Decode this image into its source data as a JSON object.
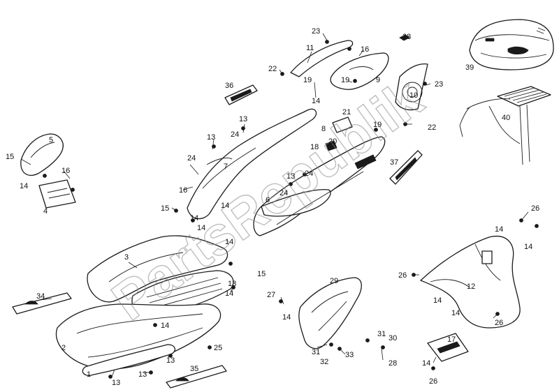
{
  "diagram": {
    "watermark": "PartsRepublik",
    "callouts": [
      {
        "id": "c23a",
        "text": "23"
      },
      {
        "id": "c38",
        "text": "38"
      },
      {
        "id": "c39",
        "text": "39"
      },
      {
        "id": "c11",
        "text": "11"
      },
      {
        "id": "c16a",
        "text": "16"
      },
      {
        "id": "c22a",
        "text": "22"
      },
      {
        "id": "c19a",
        "text": "19"
      },
      {
        "id": "c19b",
        "text": "19"
      },
      {
        "id": "c9",
        "text": "9"
      },
      {
        "id": "c36",
        "text": "36"
      },
      {
        "id": "c14a",
        "text": "14"
      },
      {
        "id": "c10",
        "text": "10"
      },
      {
        "id": "c23b",
        "text": "23"
      },
      {
        "id": "c21",
        "text": "21"
      },
      {
        "id": "c8",
        "text": "8"
      },
      {
        "id": "c13a",
        "text": "13"
      },
      {
        "id": "c24a",
        "text": "24"
      },
      {
        "id": "c19c",
        "text": "19"
      },
      {
        "id": "c22b",
        "text": "22"
      },
      {
        "id": "c40",
        "text": "40"
      },
      {
        "id": "c5",
        "text": "5"
      },
      {
        "id": "c13b",
        "text": "13"
      },
      {
        "id": "c20",
        "text": "20"
      },
      {
        "id": "c15a",
        "text": "15"
      },
      {
        "id": "c18",
        "text": "18"
      },
      {
        "id": "c24b",
        "text": "24"
      },
      {
        "id": "c7",
        "text": "7"
      },
      {
        "id": "c37",
        "text": "37"
      },
      {
        "id": "c16b",
        "text": "16"
      },
      {
        "id": "c14b",
        "text": "14"
      },
      {
        "id": "c13c",
        "text": "13"
      },
      {
        "id": "c24c",
        "text": "24"
      },
      {
        "id": "c24d",
        "text": "24"
      },
      {
        "id": "c16c",
        "text": "16"
      },
      {
        "id": "c6",
        "text": "6"
      },
      {
        "id": "c14c",
        "text": "14"
      },
      {
        "id": "c4",
        "text": "4"
      },
      {
        "id": "c15b",
        "text": "15"
      },
      {
        "id": "c14d",
        "text": "14"
      },
      {
        "id": "c26a",
        "text": "26"
      },
      {
        "id": "c14e",
        "text": "14"
      },
      {
        "id": "c14f",
        "text": "14"
      },
      {
        "id": "c14g",
        "text": "14"
      },
      {
        "id": "c3",
        "text": "3"
      },
      {
        "id": "c15c",
        "text": "15"
      },
      {
        "id": "c26b",
        "text": "26"
      },
      {
        "id": "c29",
        "text": "29"
      },
      {
        "id": "c12",
        "text": "12"
      },
      {
        "id": "c14h",
        "text": "14"
      },
      {
        "id": "c34",
        "text": "34"
      },
      {
        "id": "c13d",
        "text": "13"
      },
      {
        "id": "c27",
        "text": "27"
      },
      {
        "id": "c14i",
        "text": "14"
      },
      {
        "id": "c14j",
        "text": "14"
      },
      {
        "id": "c26c",
        "text": "26"
      },
      {
        "id": "c14k",
        "text": "14"
      },
      {
        "id": "c31a",
        "text": "31"
      },
      {
        "id": "c30",
        "text": "30"
      },
      {
        "id": "c17",
        "text": "17"
      },
      {
        "id": "c2",
        "text": "2"
      },
      {
        "id": "c25",
        "text": "25"
      },
      {
        "id": "c31b",
        "text": "31"
      },
      {
        "id": "c33",
        "text": "33"
      },
      {
        "id": "c13e",
        "text": "13"
      },
      {
        "id": "c32",
        "text": "32"
      },
      {
        "id": "c28",
        "text": "28"
      },
      {
        "id": "c14l",
        "text": "14"
      },
      {
        "id": "c35",
        "text": "35"
      },
      {
        "id": "c1",
        "text": "1"
      },
      {
        "id": "c13f",
        "text": "13"
      },
      {
        "id": "c13g",
        "text": "13"
      },
      {
        "id": "c26d",
        "text": "26"
      },
      {
        "id": "c14m",
        "text": "14"
      },
      {
        "id": "c14n",
        "text": "14"
      }
    ]
  }
}
